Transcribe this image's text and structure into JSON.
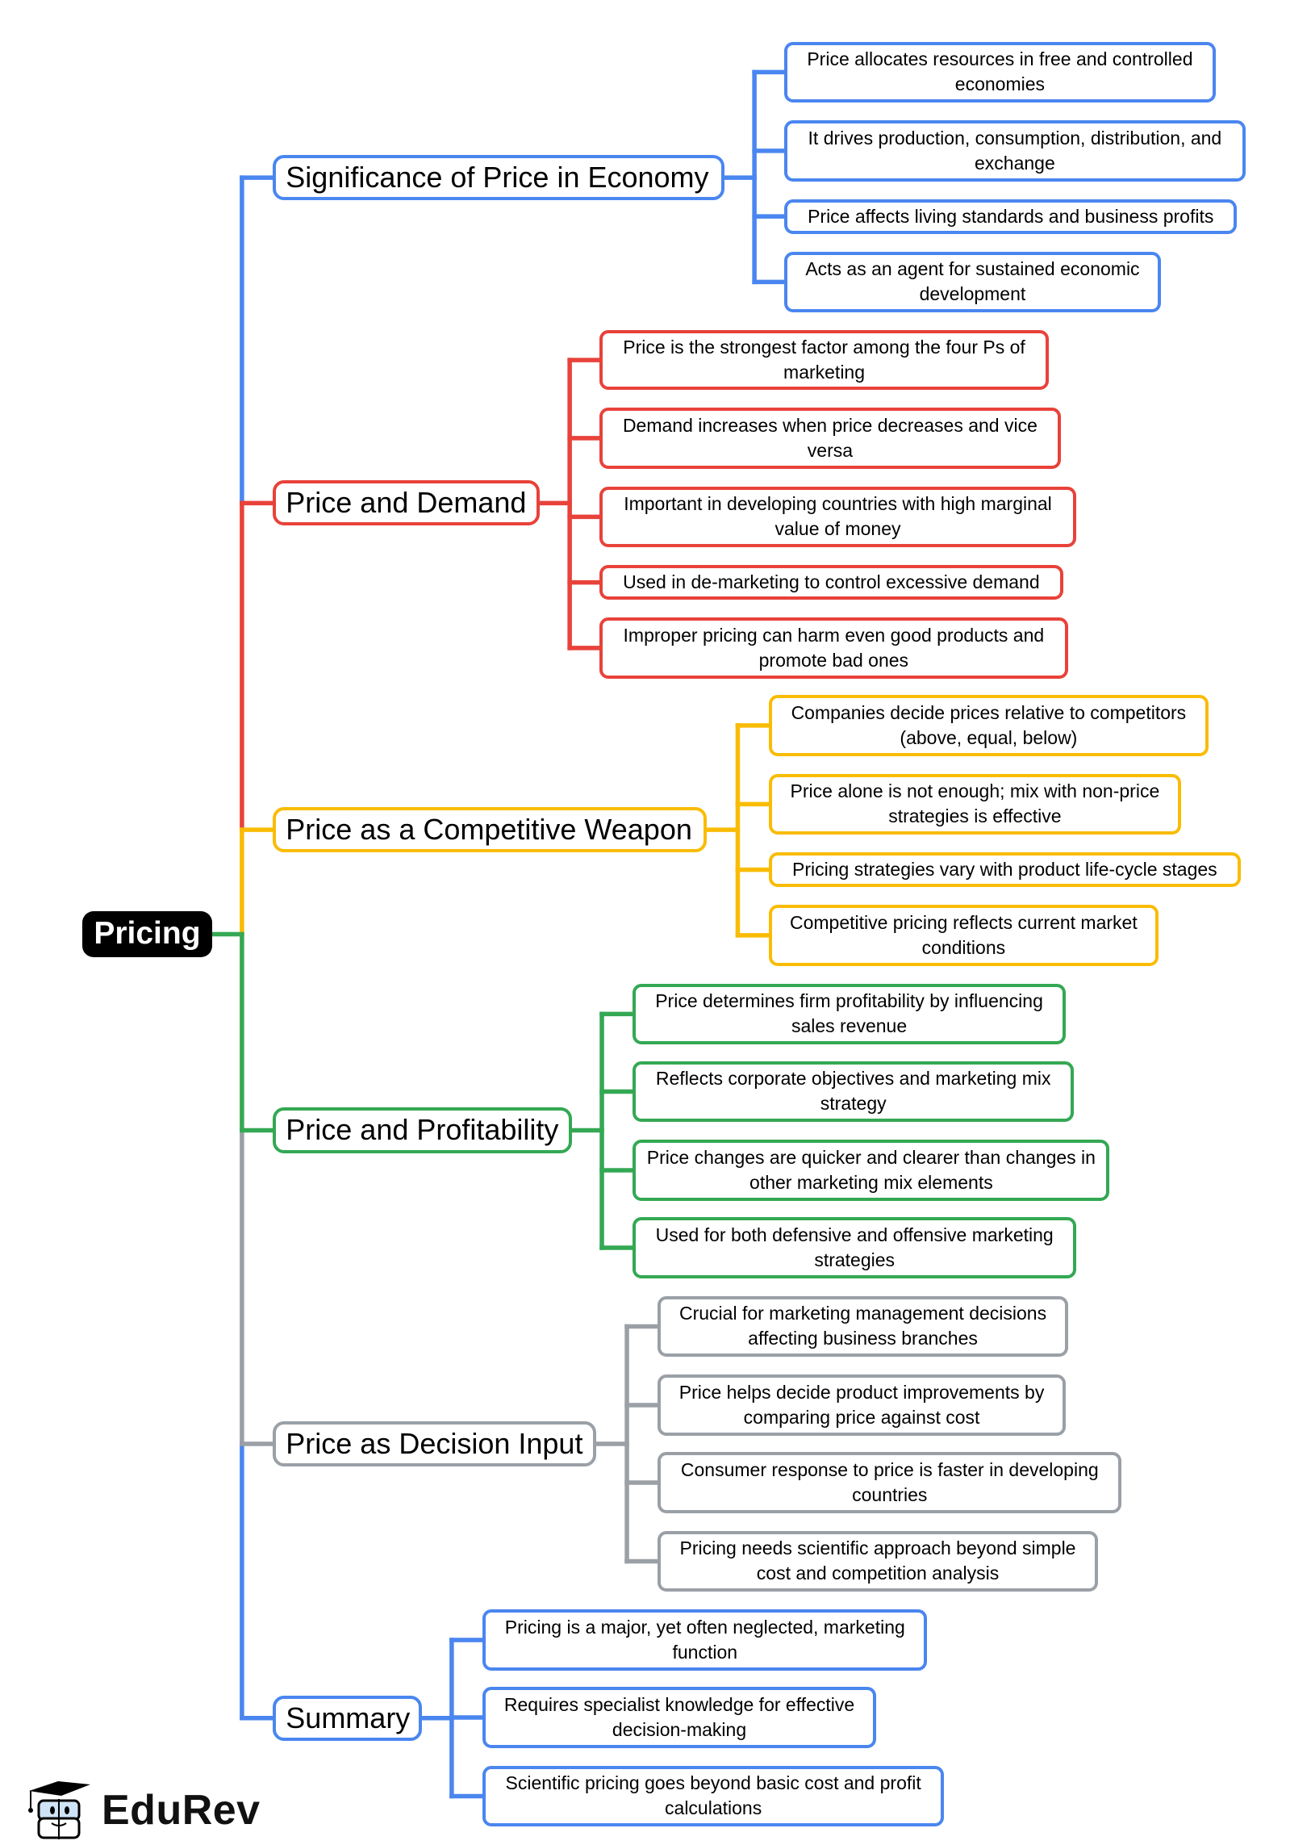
{
  "root": {
    "label": "Pricing"
  },
  "colors": {
    "blue": "#4a86f0",
    "red": "#e8423a",
    "yellow": "#f9bc05",
    "green": "#34a853",
    "gray": "#9aa0a6"
  },
  "branches": [
    {
      "label": "Significance of Price in Economy",
      "color": "blue",
      "items": [
        "Price allocates resources in free and controlled economies",
        "It drives production, consumption, distribution, and exchange",
        "Price affects living standards and business profits",
        "Acts as an agent for sustained economic development"
      ]
    },
    {
      "label": "Price and Demand",
      "color": "red",
      "items": [
        "Price is the strongest factor among the four Ps of marketing",
        "Demand increases when price decreases and vice versa",
        "Important in developing countries with high marginal value of money",
        "Used in de-marketing to control excessive demand",
        "Improper pricing can harm even good products and promote bad ones"
      ]
    },
    {
      "label": "Price as a Competitive Weapon",
      "color": "yellow",
      "items": [
        "Companies decide prices relative to competitors (above, equal, below)",
        "Price alone is not enough; mix with non-price strategies is effective",
        "Pricing strategies vary with product life-cycle stages",
        "Competitive pricing reflects current market conditions"
      ]
    },
    {
      "label": "Price and Profitability",
      "color": "green",
      "items": [
        "Price determines firm profitability by influencing sales revenue",
        "Reflects corporate objectives and marketing mix strategy",
        "Price changes are quicker and clearer than changes in other marketing mix elements",
        "Used for both defensive and offensive marketing strategies"
      ]
    },
    {
      "label": "Price as Decision Input",
      "color": "gray",
      "items": [
        "Crucial for marketing management decisions affecting business branches",
        "Price helps decide product improvements by comparing price against cost",
        "Consumer response to price is faster in developing countries",
        "Pricing needs scientific approach beyond simple cost and competition analysis"
      ]
    },
    {
      "label": "Summary",
      "color": "blue",
      "items": [
        "Pricing is a major, yet often neglected, marketing function",
        "Requires specialist knowledge for effective decision-making",
        "Scientific pricing goes beyond basic cost and profit calculations"
      ]
    }
  ],
  "logo": {
    "text": "EduRev"
  }
}
